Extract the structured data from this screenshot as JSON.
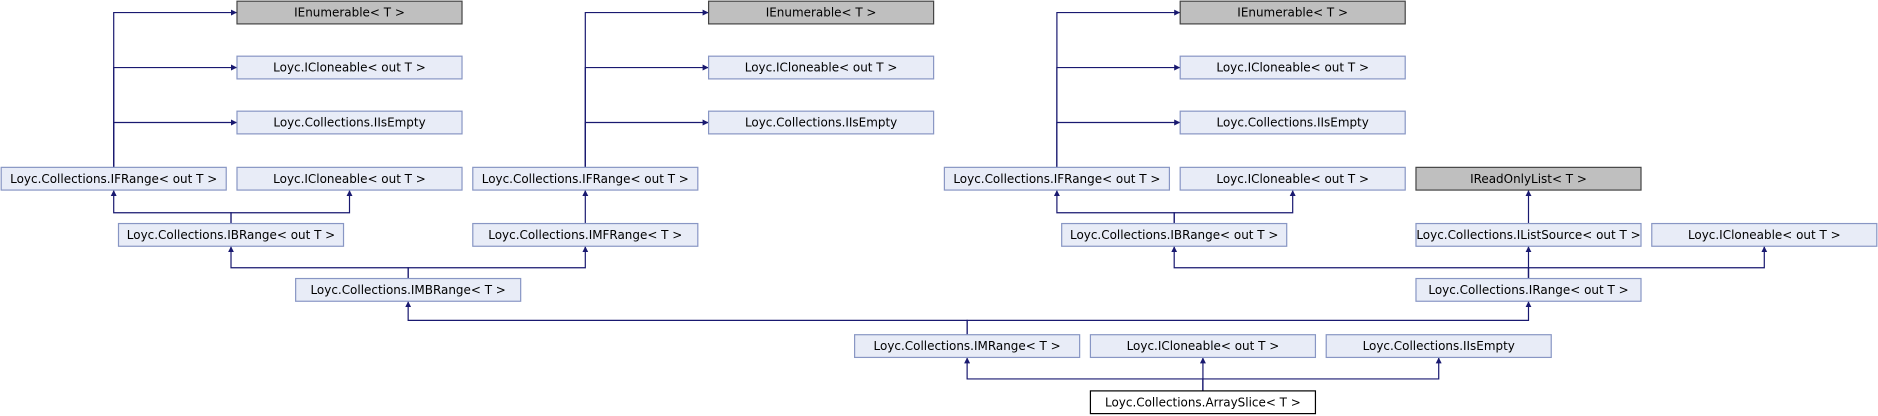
{
  "diagram": {
    "title": "",
    "colors": {
      "edge": "#191970",
      "node_fill": "#E8ECF7",
      "node_border": "#8896C4",
      "external_fill": "#BFBFBF",
      "external_border": "#444444",
      "root_fill": "#FFFFFF",
      "root_border": "#000000",
      "text": "#000000"
    },
    "nodes": [
      {
        "id": "ienum1",
        "label": "IEnumerable< T >",
        "kind": "external"
      },
      {
        "id": "iclone1",
        "label": "Loyc.ICloneable< out T >",
        "kind": "interface"
      },
      {
        "id": "isempty1",
        "label": "Loyc.Collections.IIsEmpty",
        "kind": "interface"
      },
      {
        "id": "ifrange1",
        "label": "Loyc.Collections.IFRange< out T >",
        "kind": "interface"
      },
      {
        "id": "iclone2",
        "label": "Loyc.ICloneable< out T >",
        "kind": "interface"
      },
      {
        "id": "ibrange1",
        "label": "Loyc.Collections.IBRange< out T >",
        "kind": "interface"
      },
      {
        "id": "imbrange",
        "label": "Loyc.Collections.IMBRange< T >",
        "kind": "interface"
      },
      {
        "id": "ienum2",
        "label": "IEnumerable< T >",
        "kind": "external"
      },
      {
        "id": "iclone3",
        "label": "Loyc.ICloneable< out T >",
        "kind": "interface"
      },
      {
        "id": "isempty2",
        "label": "Loyc.Collections.IIsEmpty",
        "kind": "interface"
      },
      {
        "id": "ifrange2",
        "label": "Loyc.Collections.IFRange< out T >",
        "kind": "interface"
      },
      {
        "id": "imfrange",
        "label": "Loyc.Collections.IMFRange< T >",
        "kind": "interface"
      },
      {
        "id": "ienum3",
        "label": "IEnumerable< T >",
        "kind": "external"
      },
      {
        "id": "iclone4",
        "label": "Loyc.ICloneable< out T >",
        "kind": "interface"
      },
      {
        "id": "isempty3",
        "label": "Loyc.Collections.IIsEmpty",
        "kind": "interface"
      },
      {
        "id": "ifrange3",
        "label": "Loyc.Collections.IFRange< out T >",
        "kind": "interface"
      },
      {
        "id": "iclone5",
        "label": "Loyc.ICloneable< out T >",
        "kind": "interface"
      },
      {
        "id": "ibrange2",
        "label": "Loyc.Collections.IBRange< out T >",
        "kind": "interface"
      },
      {
        "id": "ireadonlylist",
        "label": "IReadOnlyList< T >",
        "kind": "external"
      },
      {
        "id": "ilistsource",
        "label": "Loyc.Collections.IListSource< out T >",
        "kind": "interface"
      },
      {
        "id": "iclone6",
        "label": "Loyc.ICloneable< out T >",
        "kind": "interface"
      },
      {
        "id": "irange",
        "label": "Loyc.Collections.IRange< out T >",
        "kind": "interface"
      },
      {
        "id": "imrange",
        "label": "Loyc.Collections.IMRange< T >",
        "kind": "interface"
      },
      {
        "id": "iclone7",
        "label": "Loyc.ICloneable< out T >",
        "kind": "interface"
      },
      {
        "id": "isempty4",
        "label": "Loyc.Collections.IIsEmpty",
        "kind": "interface"
      },
      {
        "id": "arrayslice",
        "label": "Loyc.Collections.ArraySlice< T >",
        "kind": "root"
      }
    ],
    "edges": [
      {
        "from": "ifrange1",
        "to": "ienum1"
      },
      {
        "from": "ifrange1",
        "to": "iclone1"
      },
      {
        "from": "ifrange1",
        "to": "isempty1"
      },
      {
        "from": "ibrange1",
        "to": "ifrange1"
      },
      {
        "from": "ibrange1",
        "to": "iclone2"
      },
      {
        "from": "imbrange",
        "to": "ibrange1"
      },
      {
        "from": "imbrange",
        "to": "imfrange"
      },
      {
        "from": "ifrange2",
        "to": "ienum2"
      },
      {
        "from": "ifrange2",
        "to": "iclone3"
      },
      {
        "from": "ifrange2",
        "to": "isempty2"
      },
      {
        "from": "imfrange",
        "to": "ifrange2"
      },
      {
        "from": "ifrange3",
        "to": "ienum3"
      },
      {
        "from": "ifrange3",
        "to": "iclone4"
      },
      {
        "from": "ifrange3",
        "to": "isempty3"
      },
      {
        "from": "ibrange2",
        "to": "ifrange3"
      },
      {
        "from": "ibrange2",
        "to": "iclone5"
      },
      {
        "from": "ilistsource",
        "to": "ireadonlylist"
      },
      {
        "from": "irange",
        "to": "ibrange2"
      },
      {
        "from": "irange",
        "to": "ilistsource"
      },
      {
        "from": "irange",
        "to": "iclone6"
      },
      {
        "from": "imrange",
        "to": "imbrange"
      },
      {
        "from": "imrange",
        "to": "irange"
      },
      {
        "from": "arrayslice",
        "to": "imrange"
      },
      {
        "from": "arrayslice",
        "to": "iclone7"
      },
      {
        "from": "arrayslice",
        "to": "isempty4"
      }
    ]
  }
}
